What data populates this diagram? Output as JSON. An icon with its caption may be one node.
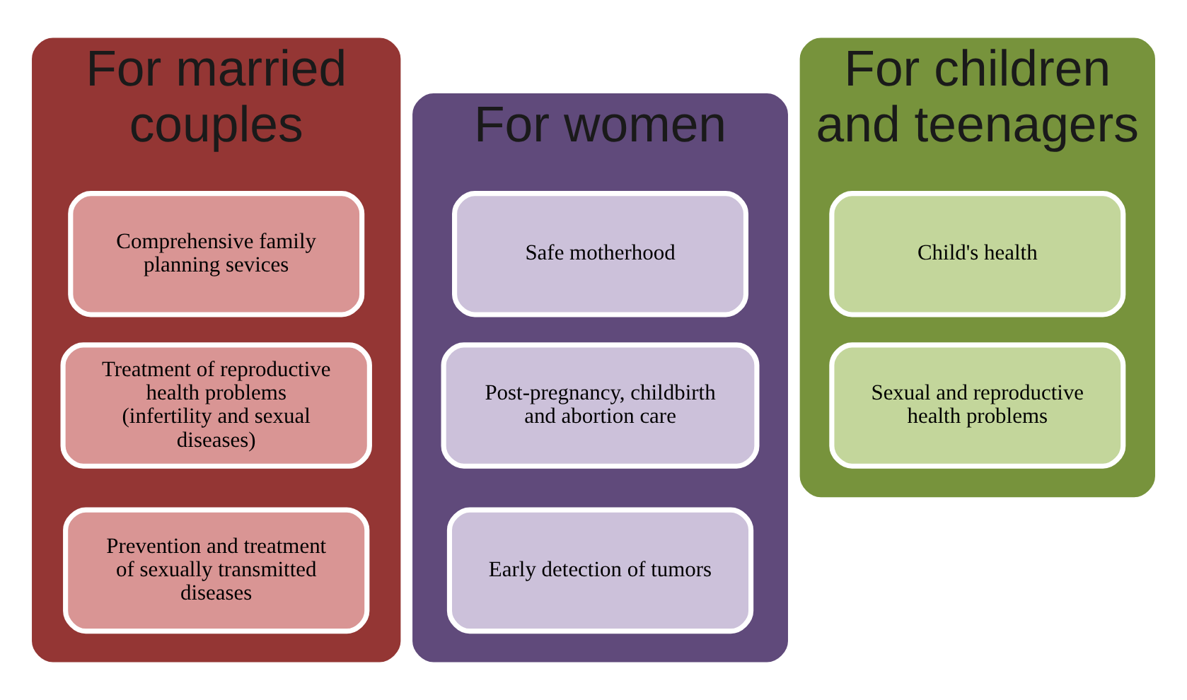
{
  "diagram": {
    "nodes": [
      {
        "text": [
          "For married couples"
        ]
      },
      {
        "text": [
          "Comprehensive family planning sevices"
        ],
        "in": 0
      },
      {
        "text": [
          "Treatment of reproductive health problems (infertility and sexual diseases)"
        ],
        "in": 0
      },
      {
        "text": [
          "Prevention and treatment of sexually transmitted diseases"
        ],
        "in": 0
      },
      {
        "text": [
          "For women"
        ]
      },
      {
        "text": [
          "Safe motherhood"
        ],
        "in": 4
      },
      {
        "text": [
          "Post-pregnancy, childbirth and abortion care"
        ],
        "in": 4
      },
      {
        "text": [
          "Early detection of tumors"
        ],
        "in": 4
      },
      {
        "text": [
          "For children and teenagers"
        ]
      },
      {
        "text": [
          "Child's health"
        ],
        "in": 8
      },
      {
        "text": [
          "Sexual and reproductive health problems"
        ],
        "in": 8
      }
    ],
    "edges": []
  }
}
